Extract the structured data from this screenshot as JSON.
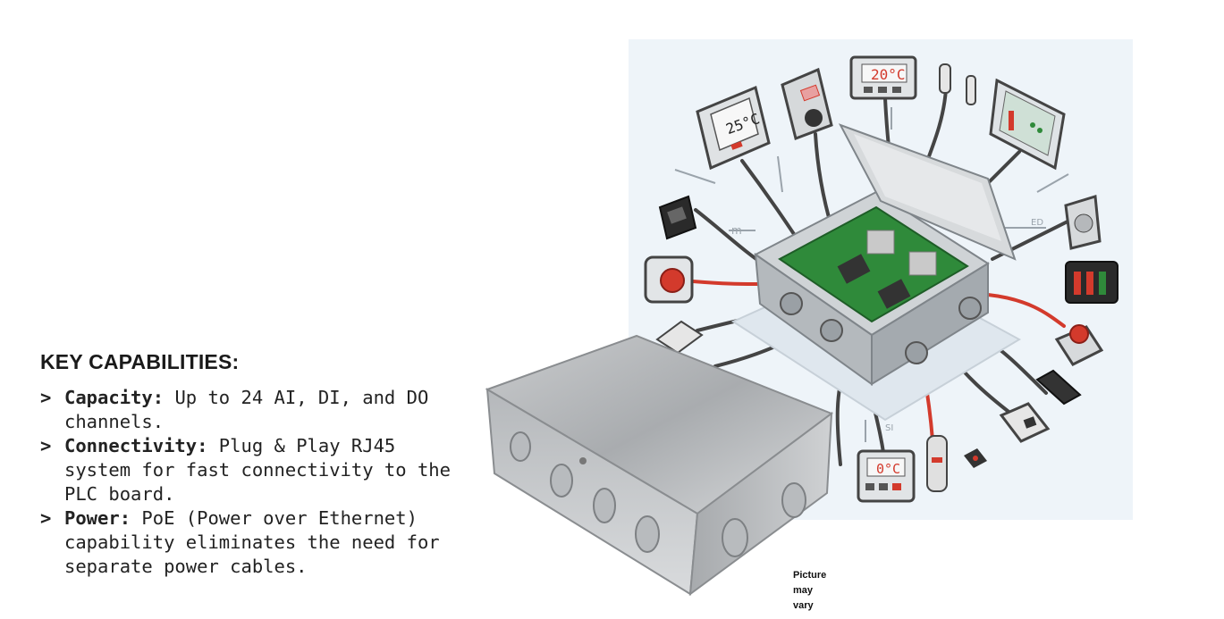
{
  "capabilities": {
    "heading": "KEY CAPABILITIES:",
    "marker": ">",
    "items": [
      {
        "key": "Capacity:",
        "text": "Up to 24 AI, DI, and DO channels."
      },
      {
        "key": "Connectivity:",
        "text": "Plug & Play RJ45 system for fast connectivity to the PLC board."
      },
      {
        "key": "Power:",
        "text": "PoE (Power over Ethernet) capability eliminates the need for separate power cables."
      }
    ]
  },
  "illustration": {
    "display_top_left": "25°C",
    "display_top_center": "20°C",
    "display_bottom": "0°C",
    "small_label_left": "m",
    "small_label_right": "ED",
    "small_label_bottom": "SI",
    "accent_red": "#d33a2c",
    "pcb_green": "#2f8a3a",
    "metal_gray": "#b9bcbf"
  },
  "disclaimer": {
    "line1": "Picture",
    "line2": "may",
    "line3": "vary"
  }
}
